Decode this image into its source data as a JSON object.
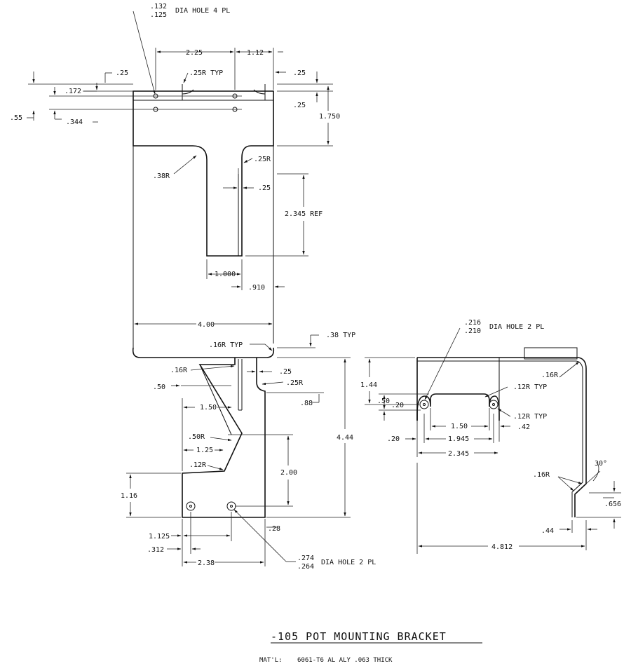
{
  "title": "-105 POT MOUNTING BRACKET",
  "material_label": "MAT'L:",
  "material_value": "6061-T6 AL ALY .063 THICK",
  "colors": {
    "line": "#111111",
    "paper": "#ffffff"
  },
  "views": {
    "top": {
      "dims": {
        "hole_dia_hi": ".132",
        "hole_dia_lo": ".125",
        "hole_note": "DIA HOLE 4 PL",
        "w_225": "2.25",
        "w_112": "1.12",
        "d_025_a": ".25",
        "d_025r_typ": ".25R TYP",
        "d_025_b": ".25",
        "d_0172": ".172",
        "d_025_c": ".25",
        "d_055": ".55",
        "d_0344": ".344",
        "d_1750": "1.750",
        "d_038r": ".38R",
        "d_025r": ".25R",
        "d_025_d": ".25",
        "d_2345ref": "2.345 REF",
        "d_1000": "1.000",
        "d_0910": ".910",
        "d_400": "4.00"
      }
    },
    "front": {
      "dims": {
        "d_016r_typ": ".16R TYP",
        "d_038_typ": ".38 TYP",
        "d_016r": ".16R",
        "d_025": ".25",
        "d_025r": ".25R",
        "d_050": ".50",
        "d_088": ".88",
        "d_150": "1.50",
        "d_444": "4.44",
        "d_050r": ".50R",
        "d_125": "1.25",
        "d_200": "2.00",
        "d_012r": ".12R",
        "d_116": "1.16",
        "d_028": ".28",
        "d_1125": "1.125",
        "d_0312": ".312",
        "d_238": "2.38",
        "hole_dia_hi": ".274",
        "hole_dia_lo": ".264",
        "hole_note": "DIA HOLE 2 PL"
      }
    },
    "side": {
      "dims": {
        "hole_dia_hi": ".216",
        "hole_dia_lo": ".210",
        "hole_note": "DIA HOLE 2 PL",
        "d_016r_a": ".16R",
        "d_144": "1.44",
        "d_012r_typ_a": ".12R TYP",
        "d_050": ".50",
        "d_020_a": ".20",
        "d_012r_typ_b": ".12R TYP",
        "d_150": "1.50",
        "d_042": ".42",
        "d_020_b": ".20",
        "d_1945": "1.945",
        "d_2345": "2.345",
        "d_30": "30°",
        "d_016r_b": ".16R",
        "d_0656": ".656",
        "d_044": ".44",
        "d_4812": "4.812"
      }
    }
  }
}
